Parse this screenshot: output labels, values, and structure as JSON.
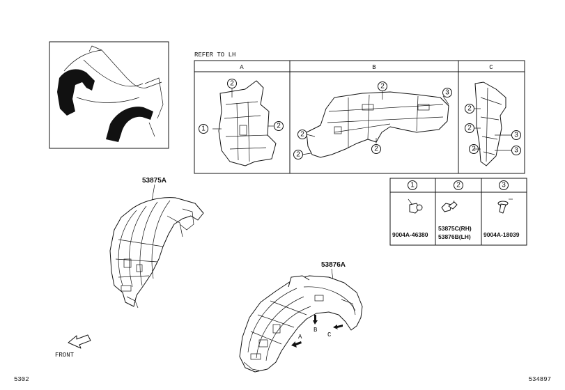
{
  "header": {
    "refer_note": "REFER TO LH"
  },
  "view_columns": [
    "A",
    "B",
    "C"
  ],
  "fasteners": [
    {
      "num": "1",
      "part": "9004A-46380"
    },
    {
      "num": "2",
      "part": "53875C(RH)",
      "part2": "53876B(LH)"
    },
    {
      "num": "3",
      "part": "9004A-18039"
    }
  ],
  "callouts": {
    "rh_liner": "53875A",
    "lh_liner": "53876A",
    "front": "FRONT",
    "view_a": "A",
    "view_b": "B",
    "view_c": "C"
  },
  "footer": {
    "page": "5302",
    "drawing_id": "534897"
  }
}
